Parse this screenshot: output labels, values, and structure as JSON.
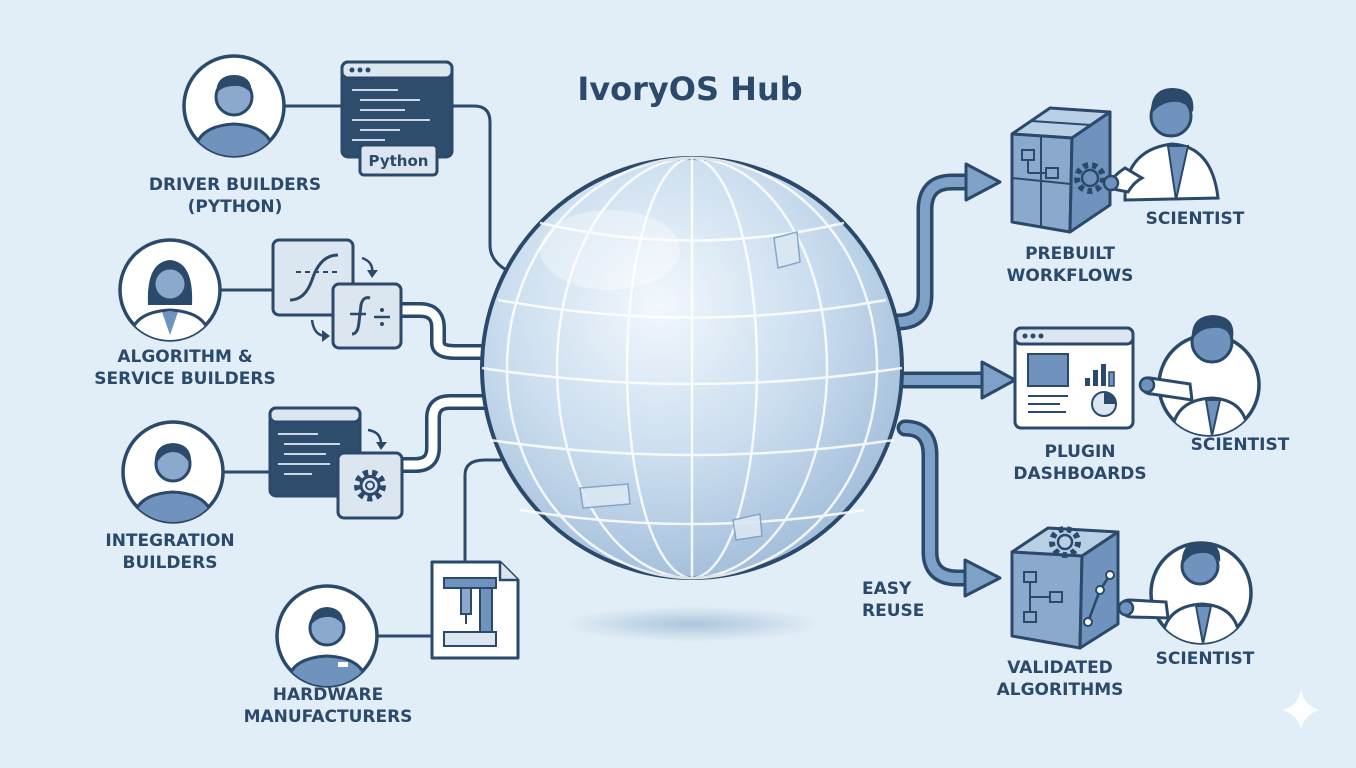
{
  "title": "IvoryOS Hub",
  "contributors": [
    {
      "lines": [
        "Driver Builders",
        "(Python)"
      ]
    },
    {
      "lines": [
        "Algorithm &",
        "Service Builders"
      ]
    },
    {
      "lines": [
        "Integration",
        "Builders"
      ]
    },
    {
      "lines": [
        "Hardware",
        "Manufacturers"
      ]
    }
  ],
  "code_tag": "Python",
  "outputs": [
    {
      "lines": [
        "Prebuilt",
        "Workflows"
      ],
      "user": "Scientist"
    },
    {
      "lines": [
        "Plugin",
        "Dashboards"
      ],
      "user": "Scientist"
    },
    {
      "lines": [
        "Validated",
        "Algorithms"
      ],
      "user": "Scientist"
    }
  ],
  "reuse_note": {
    "lines": [
      "Easy",
      "Reuse"
    ]
  },
  "colors": {
    "background": "#e2eef7",
    "outline": "#2b4a6b",
    "person_fill": "#6f93bd",
    "panel_fill": "#dbe6f1",
    "dark_panel": "#2f4e6e",
    "globe_fill": "#c8dcee"
  }
}
